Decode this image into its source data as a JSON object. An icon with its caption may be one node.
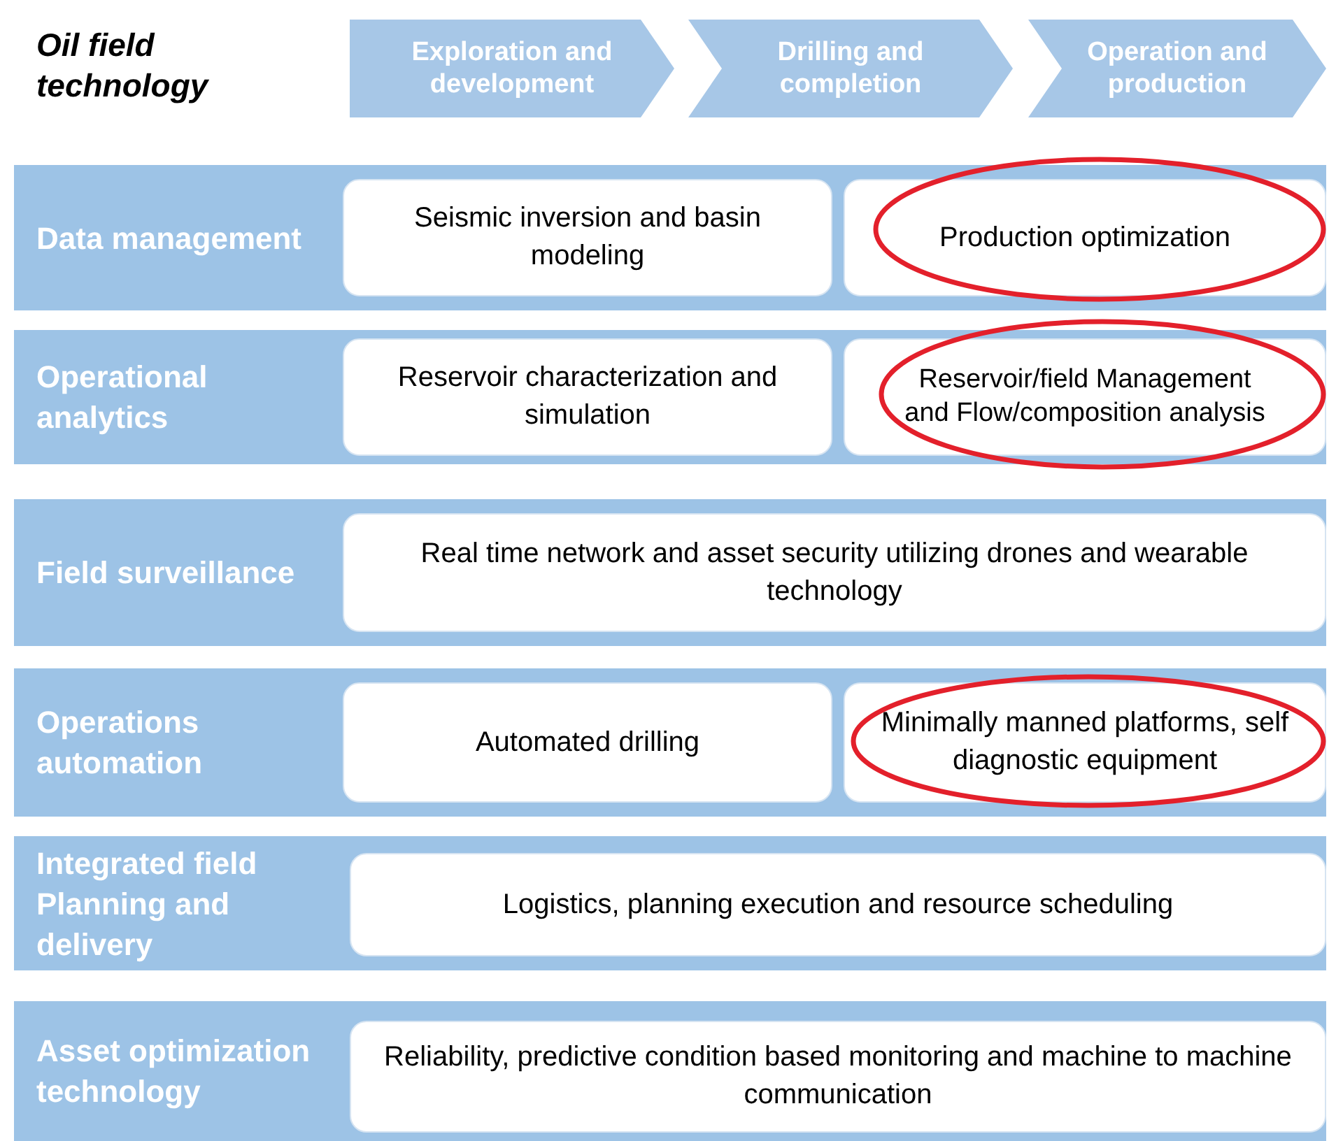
{
  "diagram": {
    "title": "Oil field technology",
    "nodes": [
      {
        "text": [
          "Exploration and development"
        ]
      },
      {
        "text": [
          "Drilling and completion"
        ]
      },
      {
        "text": [
          "Operation and production"
        ]
      },
      {
        "text": [
          "Data management"
        ]
      },
      {
        "text": [
          "Seismic inversion and basin modeling"
        ],
        "in": 3
      },
      {
        "text": [
          "Production optimization"
        ],
        "in": 3
      },
      {
        "text": [],
        "shape": "ellipse",
        "in": 3
      },
      {
        "text": [
          "Operational analytics"
        ]
      },
      {
        "text": [
          "Reservoir characterization and simulation"
        ],
        "in": 7
      },
      {
        "text": [
          "Reservoir/field Management and Flow/composition analysis"
        ],
        "in": 7
      },
      {
        "text": [],
        "shape": "ellipse",
        "in": 7
      },
      {
        "text": [
          "Field surveillance"
        ]
      },
      {
        "text": [
          "Real time network and asset security utilizing drones and wearable technology"
        ],
        "in": 11
      },
      {
        "text": [
          "Operations automation"
        ]
      },
      {
        "text": [
          "Automated drilling"
        ],
        "in": 13
      },
      {
        "text": [
          "Minimally manned platforms, self diagnostic equipment"
        ],
        "in": 13
      },
      {
        "text": [],
        "shape": "ellipse",
        "in": 13
      },
      {
        "text": [
          "Integrated field Planning and delivery"
        ]
      },
      {
        "text": [
          "Logistics, planning execution and resource scheduling"
        ],
        "in": 17
      },
      {
        "text": [
          "Asset optimization technology"
        ]
      },
      {
        "text": [
          "Reliability, predictive condition based monitoring and machine to machine communication"
        ],
        "in": 19
      }
    ]
  }
}
